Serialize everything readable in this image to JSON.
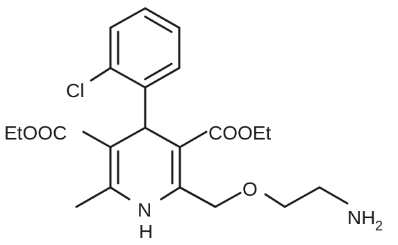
{
  "molecule": {
    "labels": {
      "chlorine": "Cl",
      "ester_left": "EtOOC",
      "ester_right": "COOEt",
      "ether_oxygen": "O",
      "amine_main": "NH",
      "amine_sub": "2",
      "ring_nh_n": "N",
      "ring_nh_h": "H"
    },
    "line_color": "#1a1a1a",
    "background": "#ffffff"
  }
}
